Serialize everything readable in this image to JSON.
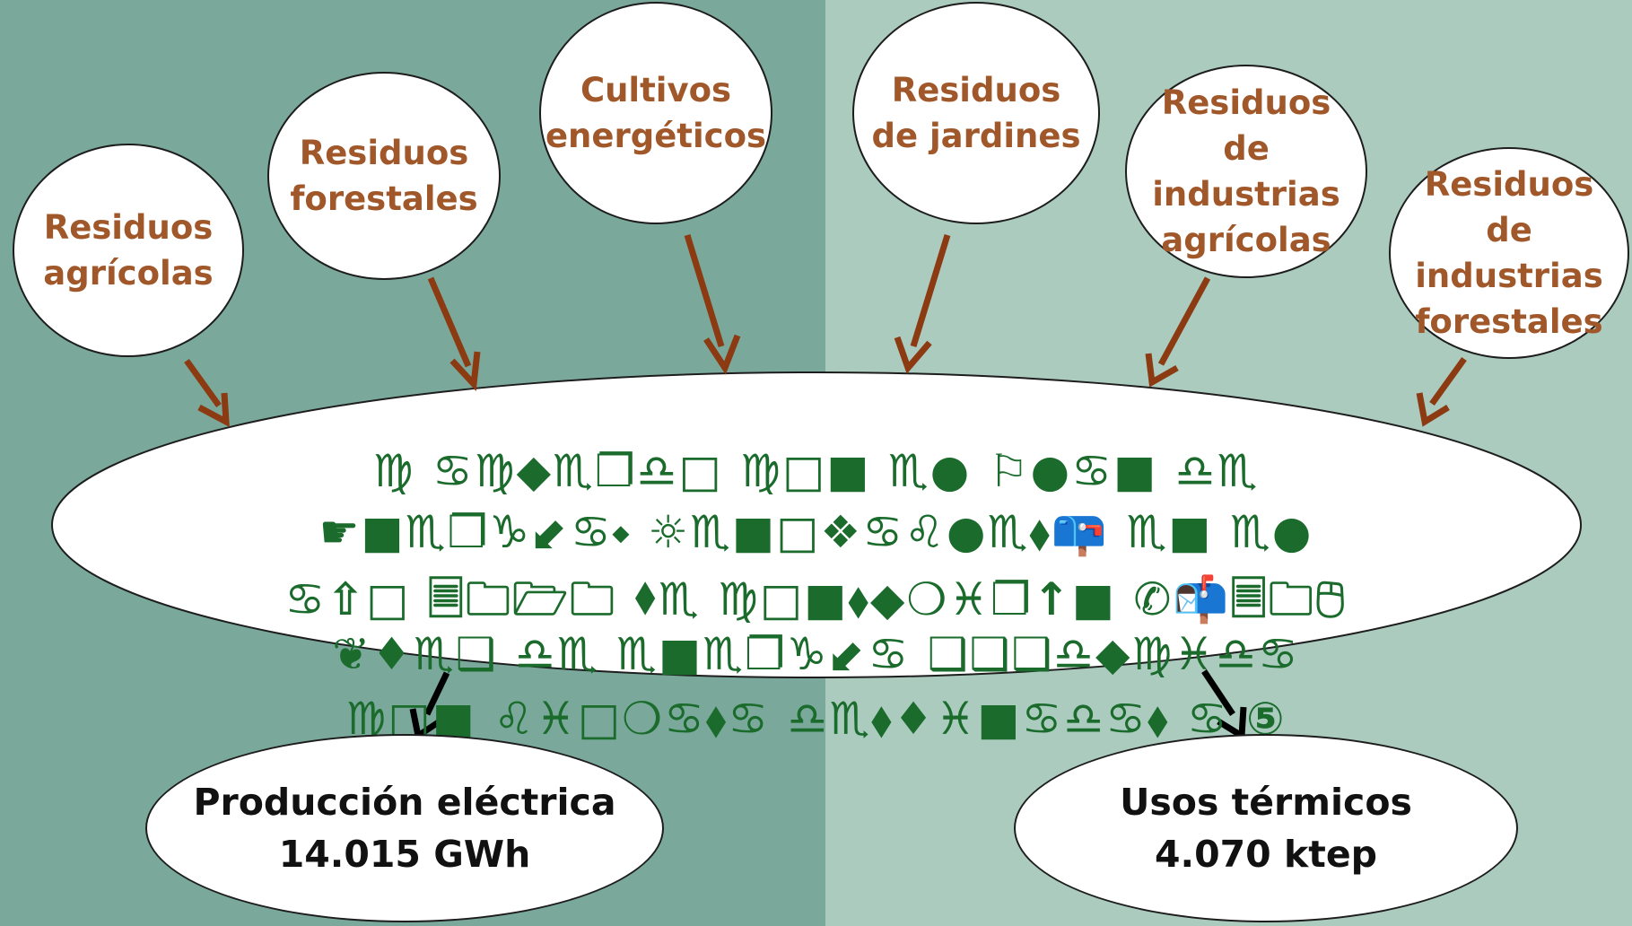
{
  "colors": {
    "left_background": "#7aa99b",
    "right_background": "#abcbbf",
    "source_text": "#a0582a",
    "arrow": "#8b3a12",
    "symbol_text": "#1a6b2c"
  },
  "sources": [
    {
      "label": "Residuos\nagrícolas"
    },
    {
      "label": "Residuos\nforestales"
    },
    {
      "label": "Cultivos\nenergéticos"
    },
    {
      "label": "Residuos\nde jardines"
    },
    {
      "label": "Residuos\nde industrias\nagrícolas"
    },
    {
      "label": "Residuos\nde industrias\nforestales"
    }
  ],
  "central_ellipse": {
    "symbol_rows": [
      "♍ ♋♍◆♏❐♎□ ♍□■ ♏● ⚐●♋■ ♎♏",
      "☛■♏❐♑⬋♋⬩ ☼♏■□❖♋♌●♏⬧📪 ♏■ ♏●",
      "♋⇧□ 🗏🗀🗁🗀 ⬧♏ ♍□■⬧◆❍♓❐↑■ ✆📬🗏🗀🖰",
      "❦♦♏❑ ♎♏ ♏■♏❐♑⬋♋ ❑❑❑♎◆♍♓♎♋",
      "♍□■ ♌♓□❍♋⬧♋ ♎♏⬧♦♓■♋♎♋⬧ ♋ ⑤"
    ]
  },
  "outputs": [
    {
      "label": "Producción eléctrica\n14.015 GWh"
    },
    {
      "label": "Usos térmicos\n4.070 ktep"
    }
  ]
}
